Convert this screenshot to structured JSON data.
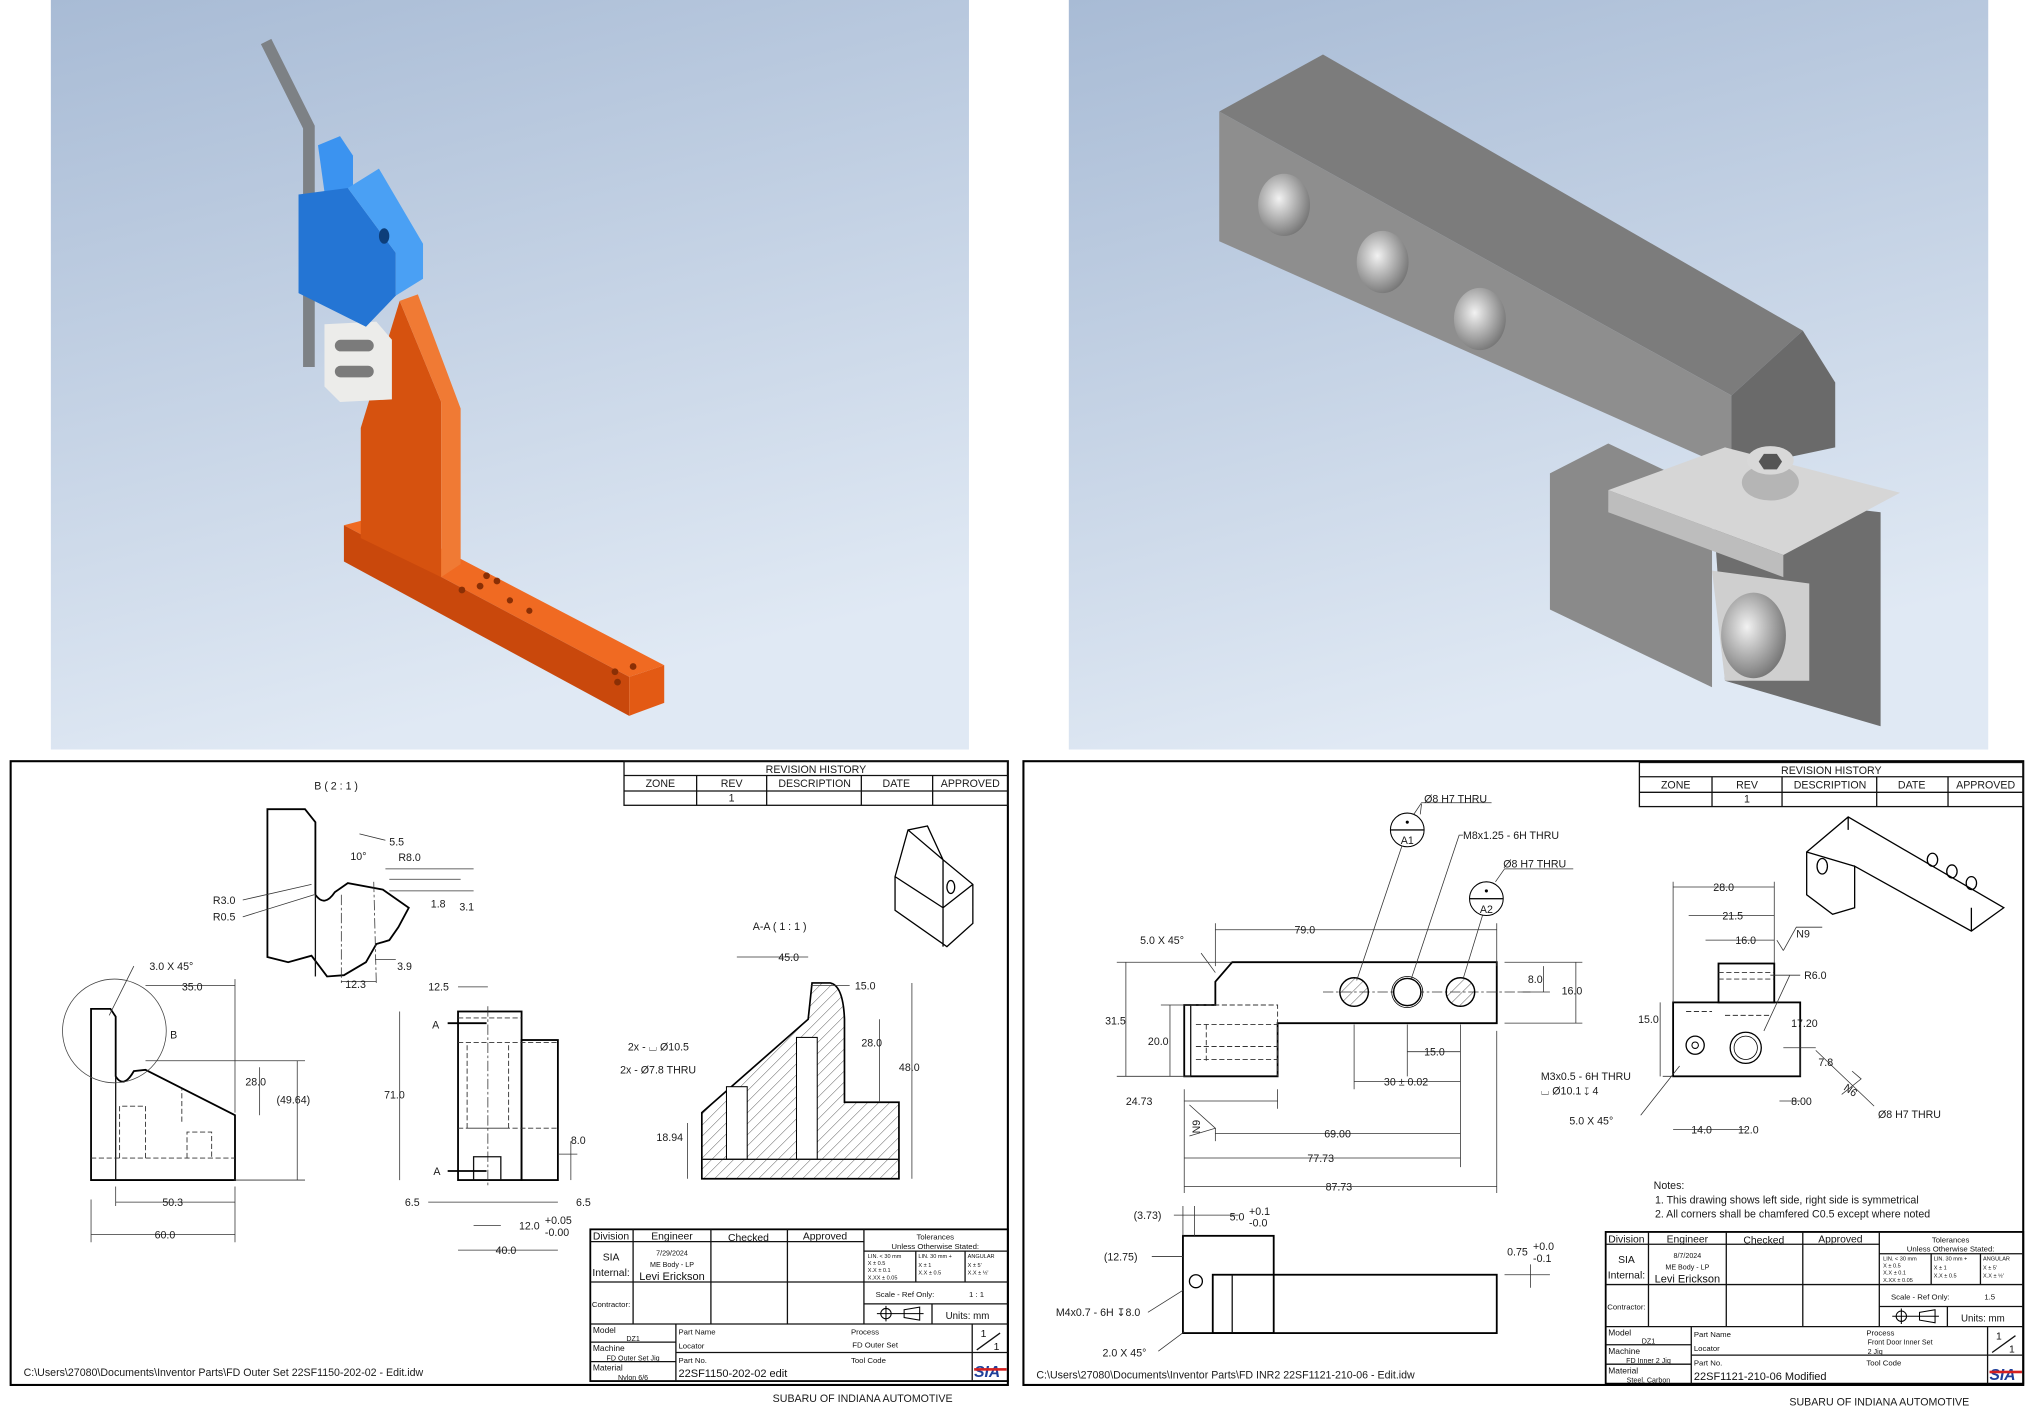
{
  "viewports": [
    {
      "background_top": "#a8bbd5",
      "background_bottom": "#dde7f3",
      "part_colors": {
        "bracket": "#e4570f",
        "block": "#2f86e6",
        "plate": "#e8e8e6",
        "rod": "#8a8d90"
      }
    },
    {
      "background_top": "#a8bbd5",
      "background_bottom": "#dde7f3",
      "part_colors": {
        "steel": "#8c8c8c"
      }
    }
  ],
  "drawings": [
    {
      "revision_history": {
        "title": "REVISION HISTORY",
        "headers": [
          "ZONE",
          "REV",
          "DESCRIPTION",
          "DATE",
          "APPROVED"
        ],
        "rows": [
          [
            "",
            "1",
            "",
            "",
            ""
          ]
        ]
      },
      "view_labels": {
        "detail": "B ( 2 : 1 )",
        "section": "A-A ( 1 : 1 )",
        "detail_marker": "B",
        "section_marker": "A"
      },
      "dims": [
        "5.5",
        "10°",
        "R8.0",
        "R3.0",
        "R0.5",
        "1.8",
        "3.1",
        "3.9",
        "12.3",
        "3.0 X 45°",
        "35.0",
        "28.0",
        "(49.64)",
        "50.3",
        "60.0",
        "12.5",
        "71.0",
        "8.0",
        "6.5",
        "6.5",
        "12.0",
        "+0.05",
        "-0.00",
        "40.0",
        "45.0",
        "15.0",
        "28.0",
        "48.0",
        "2x - ⌴ Ø10.5",
        "2x - Ø7.8 THRU",
        "18.94"
      ],
      "title_block": {
        "division_label": "Division",
        "engineer_label": "Engineer",
        "checked_label": "Checked",
        "approved_label": "Approved",
        "division_line1": "SIA",
        "division_line2": "Internal:",
        "date": "7/29/2024",
        "dept": "ME Body - LP",
        "engineer": "Levi Erickson",
        "contractor_label": "Contractor:",
        "tolerances_title": "Tolerances",
        "tolerances_sub": "Unless Otherwise Stated:",
        "tol_lin_small": [
          "LIN. < 30 mm",
          "X     ± 0.5",
          "X.X   ± 0.1",
          "X.XX ± 0.05"
        ],
        "tol_lin_large": [
          "LIN. 30 mm +",
          "X      ± 1",
          "X.X   ± 0.5"
        ],
        "tol_angular": [
          "ANGULAR",
          "X    ±  5'",
          "X.X  ±  ½'"
        ],
        "scale_label": "Scale -  Ref Only:",
        "scale": "1 : 1",
        "units": "Units: mm",
        "model_label": "Model",
        "model": "DZ1",
        "machine_label": "Machine",
        "machine": "FD Outer Set Jig",
        "material_label": "Material",
        "material": "Nylon 6/6",
        "part_name_label": "Part Name",
        "part_name": "Locator",
        "process_label": "Process",
        "process_line1": "FD Outer Set",
        "process_line2": "",
        "part_no_label": "Part No.",
        "part_no": "22SF1150-202-02 edit",
        "tool_code_label": "Tool Code",
        "sheet_num": "1",
        "sheet_total": "1",
        "logo_text": "SIA"
      },
      "file_path": "C:\\Users\\27080\\Documents\\Inventor Parts\\FD Outer Set 22SF1150-202-02 - Edit.idw",
      "company": "SUBARU OF INDIANA AUTOMOTIVE"
    },
    {
      "revision_history": {
        "title": "REVISION HISTORY",
        "headers": [
          "ZONE",
          "REV",
          "DESCRIPTION",
          "DATE",
          "APPROVED"
        ],
        "rows": [
          [
            "",
            "1",
            "",
            "",
            ""
          ]
        ]
      },
      "view_labels": {
        "bubble_a1": "A1",
        "bubble_a2": "A2"
      },
      "dims": [
        "Ø8 H7 THRU",
        "M8x1.25 - 6H THRU",
        "Ø8 H7 THRU",
        "79.0",
        "5.0 X 45°",
        "31.5",
        "20.0",
        "8.0",
        "16.0",
        "15.0",
        "30 ± 0.02",
        "24.73",
        "N9",
        "69.00",
        "77.73",
        "87.73",
        "M3x0.5 - 6H THRU",
        "⌴ Ø10.1 ↧ 4",
        "5.0 X 45°",
        "28.0",
        "21.5",
        "16.0",
        "N9",
        "R6.0",
        "15.0",
        "17.20",
        "7.8",
        "8.00",
        "N6",
        "Ø8 H7 THRU",
        "14.0",
        "12.0",
        "(3.73)",
        "5.0",
        "+0.1",
        "-0.0",
        "(12.75)",
        "0.75",
        "+0.0",
        "-0.1",
        "M4x0.7 - 6H ↧8.0",
        "2.0 X 45°"
      ],
      "notes": {
        "title": "Notes:",
        "items": [
          "1.    This drawing shows left side, right side is symmetrical",
          "2.    All corners shall be chamfered C0.5 except where noted"
        ]
      },
      "title_block": {
        "division_label": "Division",
        "engineer_label": "Engineer",
        "checked_label": "Checked",
        "approved_label": "Approved",
        "division_line1": "SIA",
        "division_line2": "Internal:",
        "date": "8/7/2024",
        "dept": "ME Body - LP",
        "engineer": "Levi Erickson",
        "contractor_label": "Contractor:",
        "tolerances_title": "Tolerances",
        "tolerances_sub": "Unless Otherwise Stated:",
        "tol_lin_small": [
          "LIN. < 30 mm",
          "X     ± 0.5",
          "X.X   ± 0.1",
          "X.XX ± 0.05"
        ],
        "tol_lin_large": [
          "LIN. 30 mm +",
          "X      ± 1",
          "X.X   ± 0.5"
        ],
        "tol_angular": [
          "ANGULAR",
          "X    ±  5'",
          "X.X  ±  ½'"
        ],
        "scale_label": "Scale -  Ref Only:",
        "scale": "1.5",
        "units": "Units: mm",
        "model_label": "Model",
        "model": "DZ1",
        "machine_label": "Machine",
        "machine": "FD Inner 2 Jig",
        "material_label": "Material",
        "material": "Steel, Carbon",
        "part_name_label": "Part Name",
        "part_name": "Locator",
        "process_label": "Process",
        "process_line1": "Front Door Inner Set",
        "process_line2": "2 Jig",
        "part_no_label": "Part No.",
        "part_no": "22SF1121-210-06 Modified",
        "tool_code_label": "Tool Code",
        "sheet_num": "1",
        "sheet_total": "1",
        "logo_text": "SIA"
      },
      "file_path": "C:\\Users\\27080\\Documents\\Inventor Parts\\FD INR2 22SF1121-210-06 - Edit.idw",
      "company": "SUBARU OF INDIANA AUTOMOTIVE"
    }
  ]
}
